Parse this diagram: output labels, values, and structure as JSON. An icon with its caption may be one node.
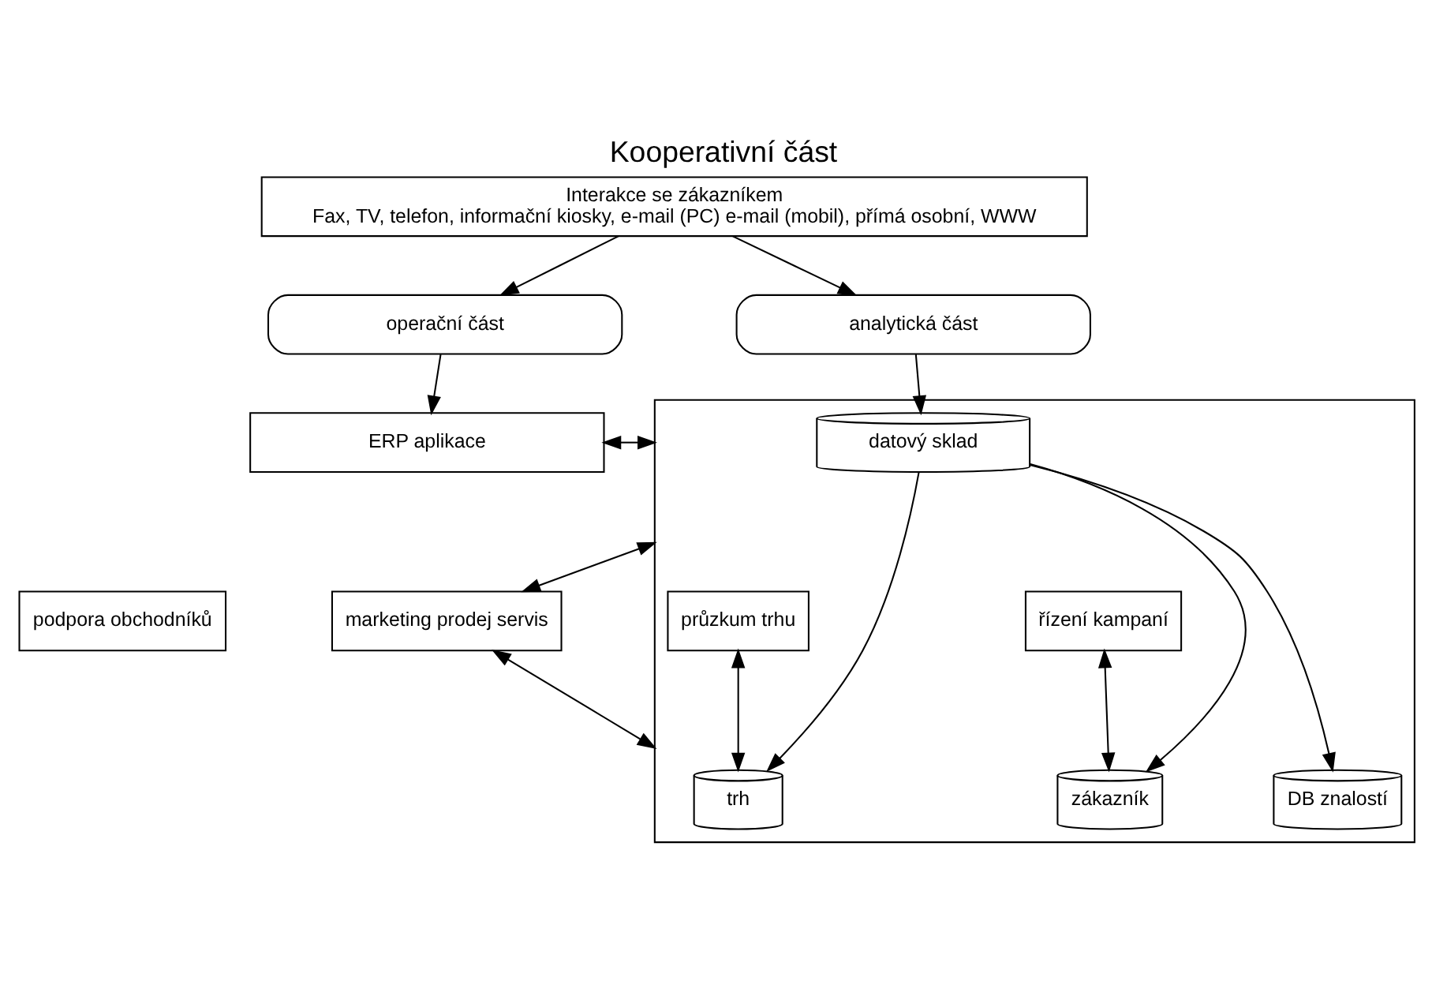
{
  "diagram": {
    "title": "Kooperativní část",
    "nodes": [
      {
        "text": [
          "Interakce se zákazníkem",
          "Fax, TV, telefon, informační kiosky, e-mail (PC) e-mail (mobil), přímá osobní, WWW"
        ]
      },
      {
        "text": [
          "operační část"
        ]
      },
      {
        "text": [
          "analytická část"
        ]
      },
      {
        "text": [
          "ERP aplikace"
        ]
      },
      {
        "text": [
          "podpora obchodníků"
        ]
      },
      {
        "text": [
          "marketing prodej servis"
        ]
      },
      {
        "text": [],
        "shape": "box"
      },
      {
        "text": [
          "datový sklad"
        ],
        "in": 6
      },
      {
        "text": [
          "trh"
        ],
        "in": 6
      },
      {
        "text": [
          "DB znalostí"
        ],
        "in": 6
      },
      {
        "text": [
          "zákazník"
        ],
        "in": 6
      },
      {
        "text": [
          "průzkum trhu"
        ],
        "in": 6
      },
      {
        "text": [
          "řízení kampaní"
        ],
        "in": 6
      }
    ],
    "edges": [
      {
        "from": 0,
        "to": 1,
        "arrow": "to"
      },
      {
        "from": 0,
        "to": 2,
        "arrow": "to"
      },
      {
        "from": 1,
        "to": 3,
        "arrow": "to"
      },
      {
        "from": 2,
        "to": 7,
        "arrow": "to"
      },
      {
        "from": 3,
        "to": 6,
        "arrow": "both"
      },
      {
        "from": 5,
        "to": 6,
        "arrow": "both"
      },
      {
        "from": 5,
        "to": 6,
        "arrow": "both"
      },
      {
        "from": 7,
        "to": 8,
        "arrow": "to"
      },
      {
        "from": 7,
        "to": 9,
        "arrow": "to"
      },
      {
        "from": 7,
        "to": 10,
        "arrow": "to"
      },
      {
        "from": 8,
        "to": 11,
        "arrow": "both"
      },
      {
        "from": 10,
        "to": 12,
        "arrow": "both"
      }
    ]
  }
}
